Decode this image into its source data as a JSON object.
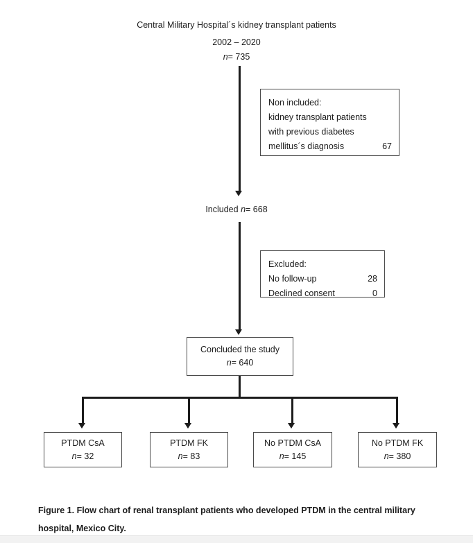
{
  "header": {
    "title": "Central Military Hospital´s kidney transplant patients",
    "years": "2002 – 2020",
    "n_italic": "n",
    "n_value": "= 735"
  },
  "included": {
    "label": "Included ",
    "n_italic": "n",
    "n_value": "= 668"
  },
  "non_included_box": {
    "line1": "Non included:",
    "line2": "kidney transplant patients",
    "line3": "with previous diabetes",
    "line4_label": "mellitus´s diagnosis",
    "line4_value": "67"
  },
  "excluded_box": {
    "title": "Excluded:",
    "rows": [
      {
        "label": "No follow-up",
        "value": "28"
      },
      {
        "label": "Declined consent",
        "value": "0"
      }
    ]
  },
  "concluded_box": {
    "label": "Concluded the study",
    "n_italic": "n",
    "n_value": "= 640"
  },
  "outcomes": [
    {
      "label": "PTDM CsA",
      "n_italic": "n",
      "n_value": "= 32"
    },
    {
      "label": "PTDM FK",
      "n_italic": "n",
      "n_value": "= 83"
    },
    {
      "label": "No PTDM CsA",
      "n_italic": "n",
      "n_value": "= 145"
    },
    {
      "label": "No PTDM FK",
      "n_italic": "n",
      "n_value": "= 380"
    }
  ],
  "caption": "Figure 1. Flow chart of renal transplant patients who developed PTDM in the central military hospital, Mexico City.",
  "colors": {
    "line": "#1c1c1c",
    "box_border": "#4a4a4a",
    "text": "#1c1c1c",
    "page_background": "#ffffff"
  },
  "chart_data": {
    "type": "flowchart",
    "title": "Central Military Hospital´s kidney transplant patients 2002 – 2020",
    "nodes": [
      {
        "id": "enrolled",
        "label": "Central Military Hospital´s kidney transplant patients 2002 – 2020",
        "n": 735
      },
      {
        "id": "non_included",
        "label": "Non included: kidney transplant patients with previous diabetes mellitus´s diagnosis",
        "n": 67
      },
      {
        "id": "included",
        "label": "Included",
        "n": 668
      },
      {
        "id": "excluded_no_followup",
        "label": "No follow-up",
        "n": 28
      },
      {
        "id": "excluded_declined",
        "label": "Declined consent",
        "n": 0
      },
      {
        "id": "concluded",
        "label": "Concluded the study",
        "n": 640
      },
      {
        "id": "ptdm_csa",
        "label": "PTDM CsA",
        "n": 32
      },
      {
        "id": "ptdm_fk",
        "label": "PTDM FK",
        "n": 83
      },
      {
        "id": "no_ptdm_csa",
        "label": "No PTDM CsA",
        "n": 145
      },
      {
        "id": "no_ptdm_fk",
        "label": "No PTDM FK",
        "n": 380
      }
    ],
    "edges": [
      {
        "from": "enrolled",
        "to": "included"
      },
      {
        "from": "included",
        "to": "concluded"
      },
      {
        "from": "concluded",
        "to": "ptdm_csa"
      },
      {
        "from": "concluded",
        "to": "ptdm_fk"
      },
      {
        "from": "concluded",
        "to": "no_ptdm_csa"
      },
      {
        "from": "concluded",
        "to": "no_ptdm_fk"
      }
    ]
  }
}
